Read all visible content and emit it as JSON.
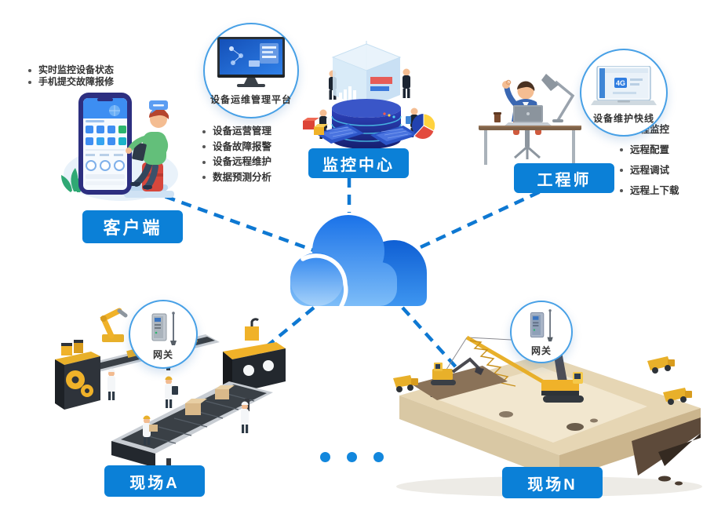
{
  "colors": {
    "accent_blue": "#0b80d7",
    "dash_blue": "#0e78d2",
    "circle_border": "#47a0e6",
    "text_dark": "#333333",
    "cloud_main_top": "#1a72e8",
    "cloud_dark_top": "#0f5fd4"
  },
  "client": {
    "bullets": [
      "实时监控设备状态",
      "手机提交故障报修"
    ],
    "label": "客户端"
  },
  "monitoring": {
    "platform_caption": "设备运维管理平台",
    "bullets": [
      "设备运营管理",
      "设备故障报警",
      "设备远程维护",
      "数据预测分析"
    ],
    "label": "监控中心"
  },
  "engineer": {
    "quickline_caption": "设备维护快线",
    "screen_badge": "4G",
    "bullets": [
      "远程监控",
      "远程配置",
      "远程调试",
      "远程上下载"
    ],
    "label": "工程师"
  },
  "site_a": {
    "gateway_caption": "网关",
    "label": "现场A"
  },
  "site_n": {
    "gateway_caption": "网关",
    "label": "现场N"
  }
}
